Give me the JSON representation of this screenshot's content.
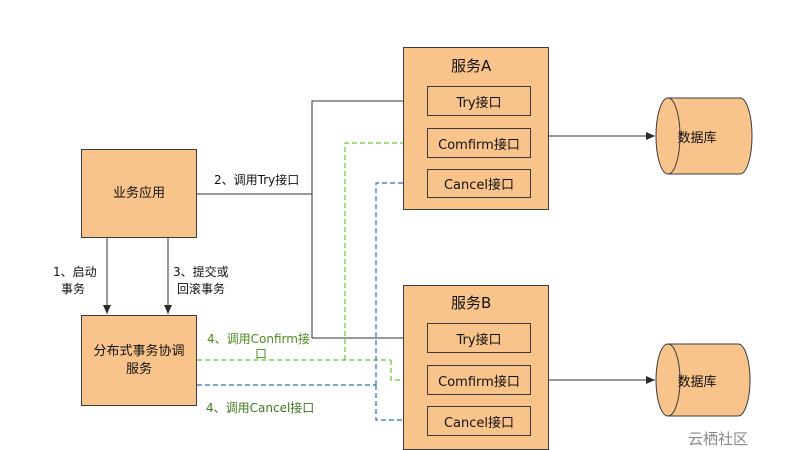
{
  "nodes": {
    "business_app": "业务应用",
    "coordinator_line1": "分布式事务协调",
    "coordinator_line2": "服务",
    "service_a": {
      "title": "服务A",
      "try": "Try接口",
      "confirm": "Comfirm接口",
      "cancel": "Cancel接口"
    },
    "service_b": {
      "title": "服务B",
      "try": "Try接口",
      "confirm": "Comfirm接口",
      "cancel": "Cancel接口"
    },
    "db_a": "数据库",
    "db_b": "数据库"
  },
  "edges": {
    "start_line1": "1、启动",
    "start_line2": "事务",
    "commit_line1": "3、提交或",
    "commit_line2": "回滚事务",
    "call_try": "2、调用Try接口",
    "call_confirm_line1": "4、调用Confirm接",
    "call_confirm_line2": "口",
    "call_cancel": "4、调用Cancel接口"
  },
  "watermark": "云栖社区",
  "colors": {
    "box_fill": "#f9c48c",
    "try_line": "#333333",
    "confirm_line": "#66cc33",
    "cancel_line": "#2f6fb5",
    "confirm_label": "#4a8a1f",
    "cancel_label": "#3a7a1f"
  }
}
